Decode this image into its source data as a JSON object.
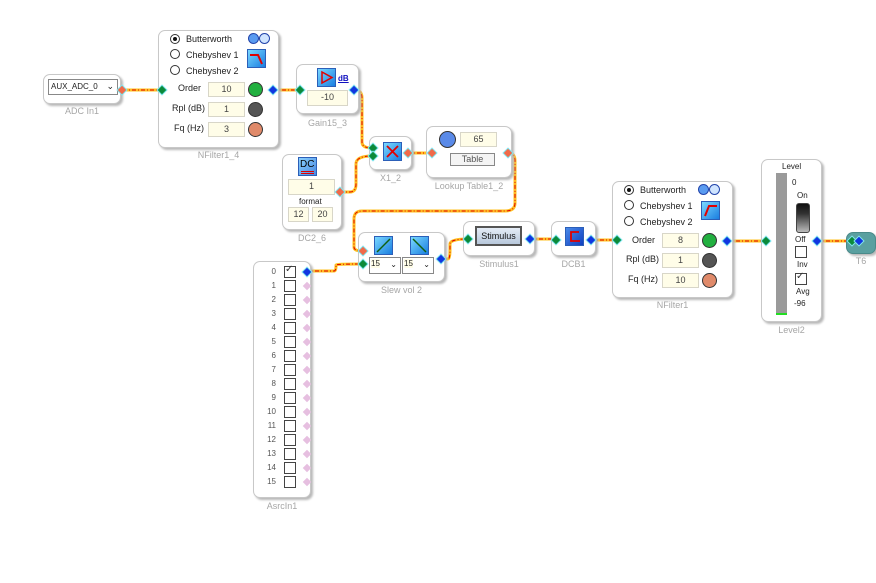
{
  "colors": {
    "wire": "#ffb000",
    "wire_dash": "#e00000",
    "port_input": "#0b8a3a",
    "port_output": "#1036e0",
    "port_signal": "#f06a4a",
    "field_bg": "#fffde8",
    "caption": "#a6a6a6",
    "level_bar": "#9a9a9a",
    "level_indicator": "#22dd22"
  },
  "blocks": {
    "adc_in": {
      "caption": "ADC In1",
      "select_value": "AUX_ADC_0"
    },
    "nfilter1_4": {
      "caption": "NFilter1_4",
      "filter_types": [
        {
          "label": "Butterworth",
          "selected": true
        },
        {
          "label": "Chebyshev 1",
          "selected": false
        },
        {
          "label": "Chebyshev 2",
          "selected": false
        }
      ],
      "order_label": "Order",
      "order_value": "10",
      "rpl_label": "Rpl (dB)",
      "rpl_value": "1",
      "fq_label": "Fq (Hz)",
      "fq_value": "3",
      "mode": "lowpass"
    },
    "gain": {
      "caption": "Gain15_3",
      "unit_link": "dB",
      "value": "-10"
    },
    "multiply": {
      "caption": "X1_2"
    },
    "lookup": {
      "caption": "Lookup Table1_2",
      "value": "65",
      "table_button": "Table"
    },
    "dc": {
      "caption": "DC2_6",
      "icon_label": "DC",
      "value": "1",
      "format_label": "format",
      "format_a": "12",
      "format_b": "20"
    },
    "slew": {
      "caption": "Slew vol 2",
      "rise_value": "15",
      "fall_value": "15"
    },
    "stimulus": {
      "caption": "Stimulus1",
      "button_label": "Stimulus"
    },
    "dcb": {
      "caption": "DCB1"
    },
    "nfilter1": {
      "caption": "NFilter1",
      "filter_types": [
        {
          "label": "Butterworth",
          "selected": true
        },
        {
          "label": "Chebyshev 1",
          "selected": false
        },
        {
          "label": "Chebyshev 2",
          "selected": false
        }
      ],
      "order_label": "Order",
      "order_value": "8",
      "rpl_label": "Rpl (dB)",
      "rpl_value": "1",
      "fq_label": "Fq (Hz)",
      "fq_value": "10",
      "mode": "highpass"
    },
    "level": {
      "caption": "Level2",
      "title": "Level",
      "max_label": "0",
      "min_label": "-96",
      "on_label": "On",
      "off_label": "Off",
      "inv_label": "Inv",
      "inv_checked": false,
      "avg_label": "Avg",
      "avg_checked": true,
      "level_fraction": 0.01
    },
    "t6": {
      "caption": "T6"
    },
    "asrc": {
      "caption": "AsrcIn1",
      "channels": [
        {
          "label": "0",
          "checked": true
        },
        {
          "label": "1",
          "checked": false
        },
        {
          "label": "2",
          "checked": false
        },
        {
          "label": "3",
          "checked": false
        },
        {
          "label": "4",
          "checked": false
        },
        {
          "label": "5",
          "checked": false
        },
        {
          "label": "6",
          "checked": false
        },
        {
          "label": "7",
          "checked": false
        },
        {
          "label": "8",
          "checked": false
        },
        {
          "label": "9",
          "checked": false
        },
        {
          "label": "10",
          "checked": false
        },
        {
          "label": "11",
          "checked": false
        },
        {
          "label": "12",
          "checked": false
        },
        {
          "label": "13",
          "checked": false
        },
        {
          "label": "14",
          "checked": false
        },
        {
          "label": "15",
          "checked": false
        }
      ]
    }
  }
}
